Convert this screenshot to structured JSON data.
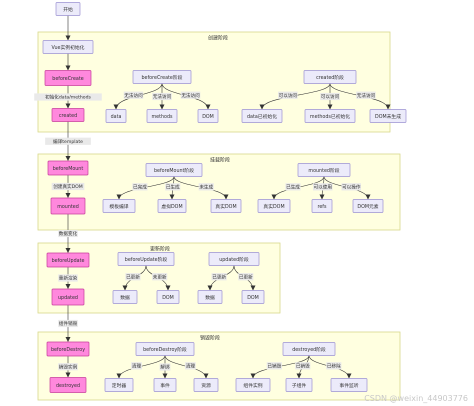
{
  "phases": {
    "creation": "创建阶段",
    "mounting": "挂载阶段",
    "updating": "更新阶段",
    "destroying": "销毁阶段"
  },
  "nodes": {
    "start": "开始",
    "vue_init": "Vue实例初始化",
    "beforeCreate": "beforeCreate",
    "created": "created",
    "beforeMount": "beforeMount",
    "mounted": "mounted",
    "beforeUpdate": "beforeUpdate",
    "updated": "updated",
    "beforeDestroy": "beforeDestroy",
    "destroyed": "destroyed",
    "bc_stage": "beforeCreate阶段",
    "bc_a": "无法访问",
    "bc_b": "无法访问",
    "bc_c": "无法访问",
    "bc_data": "data",
    "bc_methods": "methods",
    "bc_dom": "DOM",
    "cr_stage": "created阶段",
    "cr_a": "可以访问",
    "cr_b": "可以访问",
    "cr_c": "无法访问",
    "cr_data": "data已初始化",
    "cr_methods": "methods已初始化",
    "cr_dom": "DOM未生成",
    "bm_stage": "beforeMount阶段",
    "bm_a": "已完成",
    "bm_b": "已生成",
    "bm_c": "未生成",
    "bm_compile": "模板编译",
    "bm_vdom": "虚拟DOM",
    "bm_rdom": "真实DOM",
    "mt_stage": "mounted阶段",
    "mt_a": "已生成",
    "mt_b": "可以使用",
    "mt_c": "可以操作",
    "mt_rdom": "真实DOM",
    "mt_refs": "refs",
    "mt_el": "DOM元素",
    "bu_stage": "beforeUpdate阶段",
    "bu_a": "已更新",
    "bu_b": "未更新",
    "bu_data": "数据",
    "bu_dom": "DOM",
    "ud_stage": "updated阶段",
    "ud_a": "已更新",
    "ud_b": "已更新",
    "ud_data": "数据",
    "ud_dom": "DOM",
    "bd_stage": "beforeDestroy阶段",
    "bd_a": "清理",
    "bd_b": "解绑",
    "bd_c": "清理",
    "bd_timer": "定时器",
    "bd_event": "事件",
    "bd_res": "资源",
    "ds_stage": "destroyed阶段",
    "ds_a": "已销毁",
    "ds_b": "已销毁",
    "ds_c": "已移除",
    "ds_comp": "组件实例",
    "ds_child": "子组件",
    "ds_listener": "事件监听"
  },
  "labels": {
    "init_data": "初始化data/methods",
    "compile": "编译template",
    "create_dom": "创建真实DOM",
    "data_change": "数据变化",
    "re_render": "重新渲染",
    "destroy_comp": "组件销毁",
    "destroy_inst": "销毁实例"
  },
  "watermark": "CSDN @weixin_44903776",
  "colors": {
    "phase_fill": "#ffffe0",
    "node_fill": "#ecebfa",
    "node_stroke": "#9b91d2",
    "hook_fill": "#ff88dd",
    "hook_stroke": "#c73e9a"
  }
}
